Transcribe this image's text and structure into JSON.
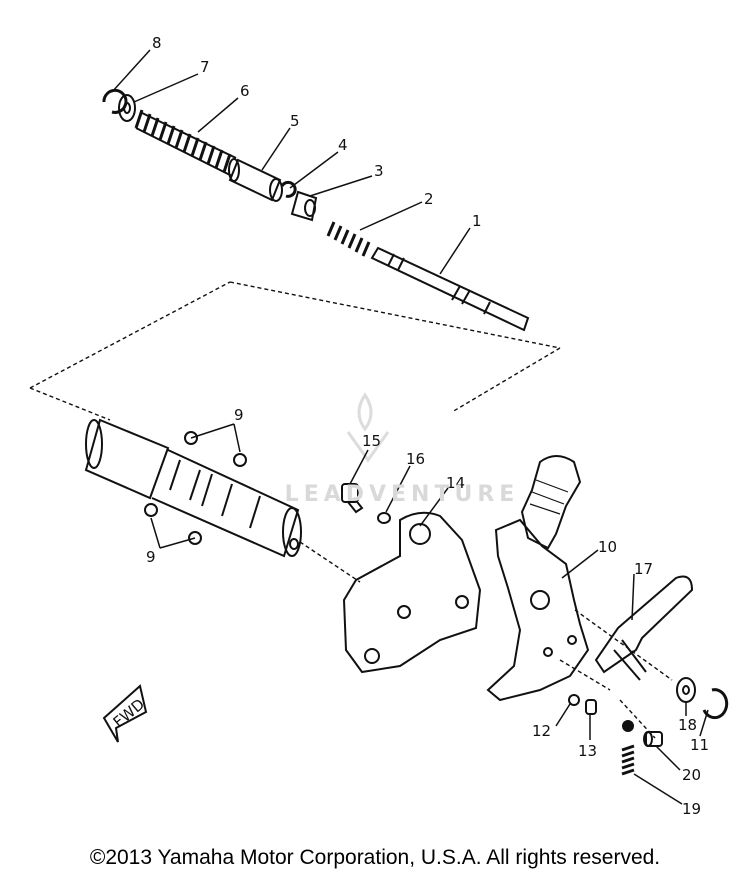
{
  "diagram": {
    "callouts": [
      "8",
      "7",
      "6",
      "5",
      "4",
      "3",
      "2",
      "1",
      "9",
      "9",
      "15",
      "16",
      "14",
      "10",
      "17",
      "12",
      "13",
      "18",
      "11",
      "20",
      "19"
    ],
    "fwd_label": "FWD"
  },
  "watermark": {
    "text": "LEADVENTURE"
  },
  "footer": {
    "copyright": "©2013 Yamaha Motor Corporation, U.S.A. All rights reserved."
  }
}
